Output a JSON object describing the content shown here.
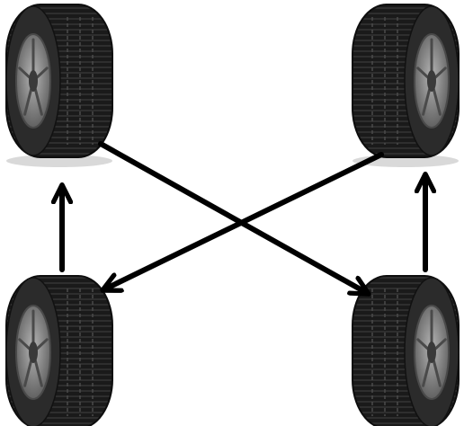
{
  "diagram": {
    "kind": "tire-rotation-pattern",
    "tires": [
      {
        "id": "front-left",
        "position_name": "top-left"
      },
      {
        "id": "front-right",
        "position_name": "top-right"
      },
      {
        "id": "rear-left",
        "position_name": "bottom-left"
      },
      {
        "id": "rear-right",
        "position_name": "bottom-right"
      }
    ],
    "moves": [
      {
        "from": "rear-left",
        "to": "front-left"
      },
      {
        "from": "rear-right",
        "to": "front-right"
      },
      {
        "from": "front-left",
        "to": "rear-right"
      },
      {
        "from": "front-right",
        "to": "rear-left"
      }
    ],
    "colors": {
      "background": "#ffffff",
      "arrow": "#000000",
      "tread": "#1a1a1a",
      "sidewall": "#2b2b2b",
      "rim": "#8c8c8c",
      "rim_dark": "#4a4a4a",
      "shadow": "#d9d9d9"
    }
  }
}
